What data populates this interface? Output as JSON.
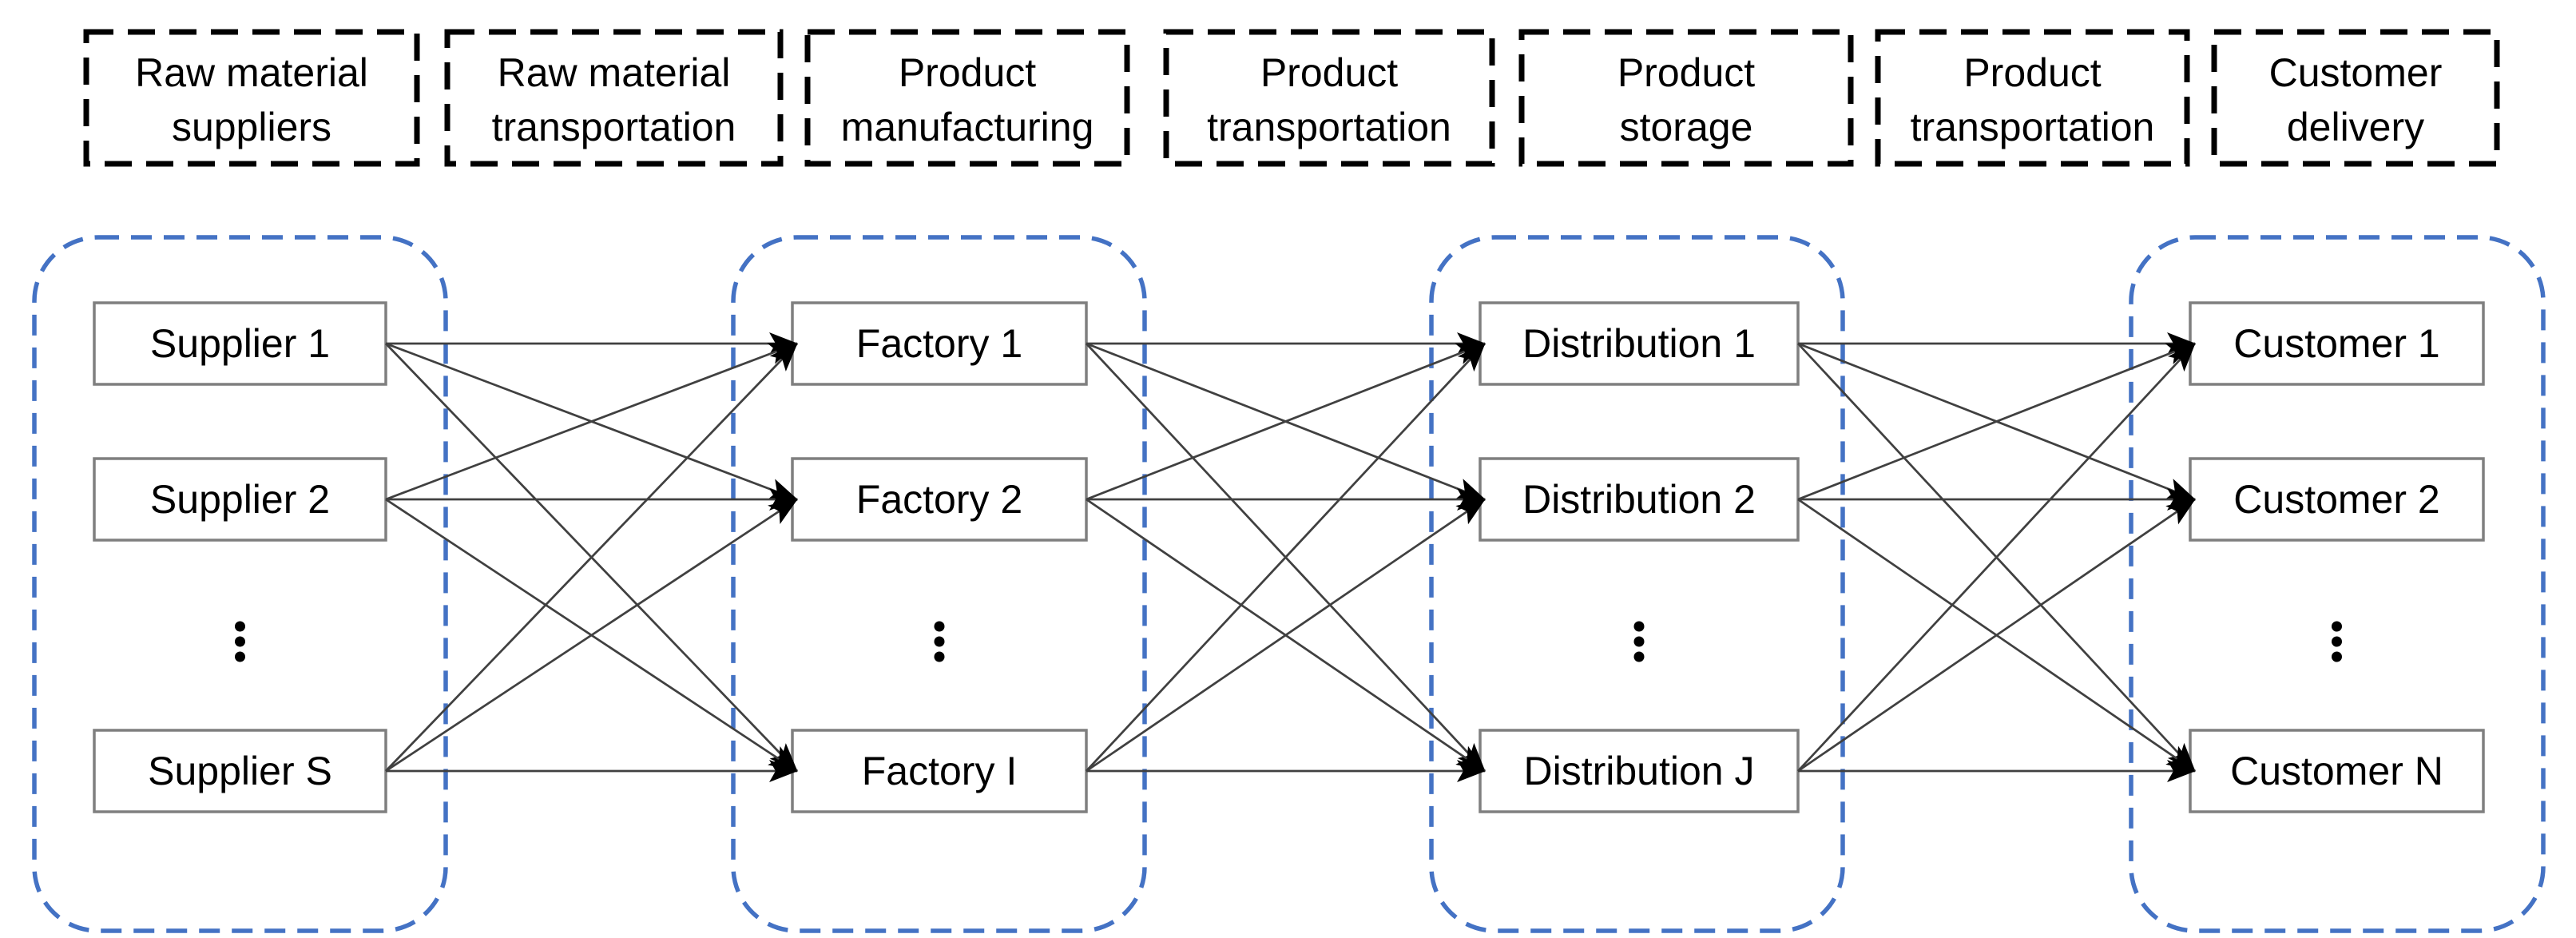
{
  "stages": [
    {
      "line1": "Raw material",
      "line2": "suppliers"
    },
    {
      "line1": "Raw material",
      "line2": "transportation"
    },
    {
      "line1": "Product",
      "line2": "manufacturing"
    },
    {
      "line1": "Product",
      "line2": "transportation"
    },
    {
      "line1": "Product",
      "line2": "storage"
    },
    {
      "line1": "Product",
      "line2": "transportation"
    },
    {
      "line1": "Customer",
      "line2": "delivery"
    }
  ],
  "tiers": [
    {
      "name": "suppliers",
      "nodes": [
        "Supplier 1",
        "Supplier 2",
        "Supplier S"
      ],
      "ellipsis": "⋮"
    },
    {
      "name": "factories",
      "nodes": [
        "Factory 1",
        "Factory 2",
        "Factory I"
      ],
      "ellipsis": "⋮"
    },
    {
      "name": "distribution",
      "nodes": [
        "Distribution 1",
        "Distribution 2",
        "Distribution J"
      ],
      "ellipsis": "⋮"
    },
    {
      "name": "customers",
      "nodes": [
        "Customer 1",
        "Customer 2",
        "Customer N"
      ],
      "ellipsis": "⋮"
    }
  ],
  "connections": {
    "rule": "every node connects to every node of the next tier",
    "direction": "left-to-right",
    "arrowhead": "solid black triangle at target node",
    "pairs": [
      [
        "suppliers",
        "factories"
      ],
      [
        "factories",
        "distribution"
      ],
      [
        "distribution",
        "customers"
      ]
    ]
  },
  "colors": {
    "group_border": "#4472C4",
    "stage_border": "#000000",
    "node_border": "#7f7f7f",
    "node_fill": "#ffffff",
    "arrow_line": "#404040",
    "arrowhead": "#000000",
    "text": "#000000",
    "background": "#ffffff"
  }
}
